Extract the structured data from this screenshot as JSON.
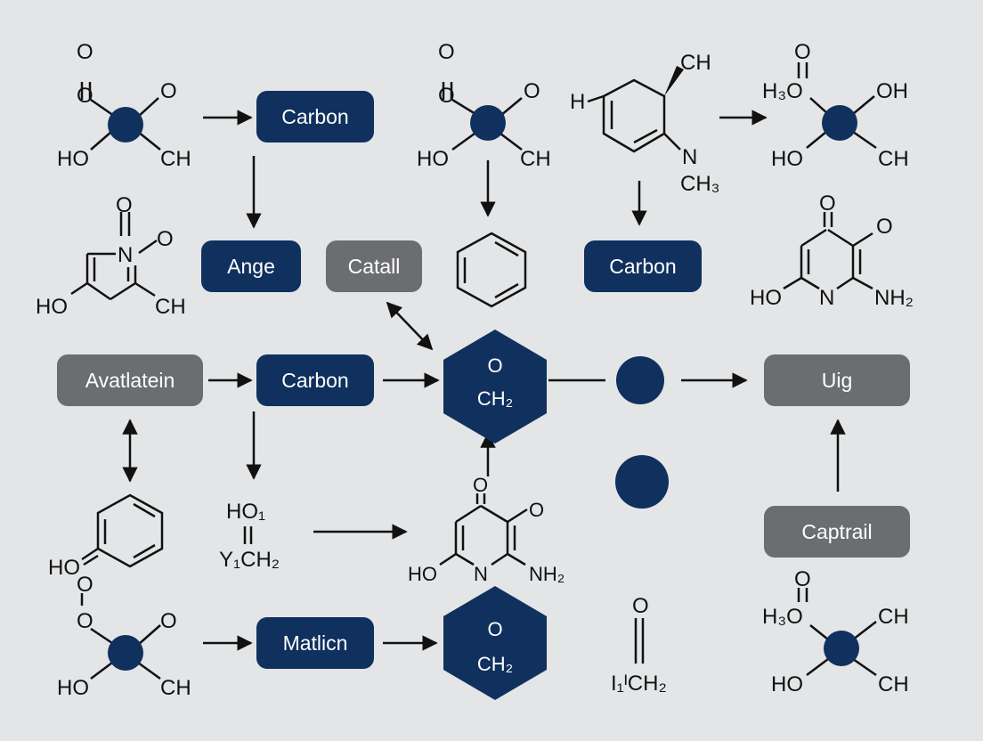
{
  "colors": {
    "blue": "#10305e",
    "gray": "#6b6d70",
    "background": "#e3e5e7",
    "line": "#111111"
  },
  "nodes": {
    "carbon_top": "Carbon",
    "ange": "Ange",
    "catall": "Catall",
    "carbon_right": "Carbon",
    "avatlatein": "Avatlatein",
    "carbon_mid": "Carbon",
    "uig": "Uig",
    "captrail": "Captrail",
    "matlicn": "Matlicn"
  },
  "hexagons": {
    "center": {
      "line1": "O",
      "line2": "CH₂"
    },
    "bottom": {
      "line1": "O",
      "line2": "CH₂"
    }
  },
  "molecules": {
    "top_left": {
      "o_top": "O",
      "o_top2": "O",
      "o_right": "O",
      "ho": "HO",
      "ch": "CH"
    },
    "top_mid": {
      "o_top": "O",
      "o_top2": "O",
      "o_right": "O",
      "ho": "HO",
      "ch": "CH"
    },
    "top_ring": {
      "h": "H",
      "ch": "CH",
      "n": "N",
      "ch3": "CH₃"
    },
    "top_right": {
      "o_top": "O",
      "h3o": "H₃O",
      "oh": "OH",
      "ho": "HO",
      "ch": "CH"
    },
    "left_ring": {
      "o": "O",
      "n": "N",
      "o2": "O",
      "ho": "HO",
      "ch": "CH"
    },
    "right_pyr": {
      "o": "O",
      "o2": "O",
      "ho": "HO",
      "n": "N",
      "nh2": "NH₂"
    },
    "bottom_phenol": {
      "ho": "HO"
    },
    "mid_formula": {
      "line1": "HO₁",
      "line2": "Y₁CH₂"
    },
    "center_pyr": {
      "o": "O",
      "o2": "O",
      "ho": "HO",
      "n": "N",
      "nh2": "NH₂"
    },
    "bottom_left": {
      "o_top": "O",
      "o_top2": "O",
      "o_right": "O",
      "ho": "HO",
      "ch": "CH"
    },
    "bottom_formula": {
      "o": "O",
      "ch2": "I₁ᴵCH₂"
    },
    "bottom_right": {
      "o_top": "O",
      "h3o": "H₃O",
      "ch_top": "CH",
      "ho": "HO",
      "ch": "CH"
    }
  }
}
